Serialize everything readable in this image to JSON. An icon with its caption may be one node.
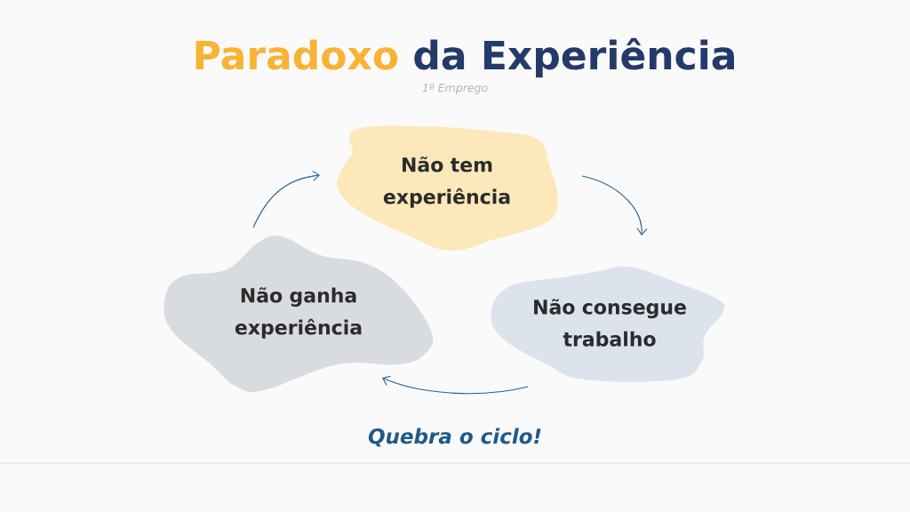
{
  "diagram": {
    "title": "Paradoxo da Experiência",
    "nodes": [
      {
        "text": [
          "Não tem experiência"
        ]
      },
      {
        "text": [
          "Não consegue trabalho"
        ]
      },
      {
        "text": [
          "Não ganha experiência"
        ]
      }
    ],
    "edges": [
      {
        "from": 0,
        "to": 1,
        "arrow": "to"
      },
      {
        "from": 1,
        "to": 2,
        "arrow": "to"
      },
      {
        "from": 2,
        "to": 0,
        "arrow": "to"
      }
    ],
    "labels": [
      "1º Emprego",
      "Quebra o ciclo!"
    ]
  }
}
